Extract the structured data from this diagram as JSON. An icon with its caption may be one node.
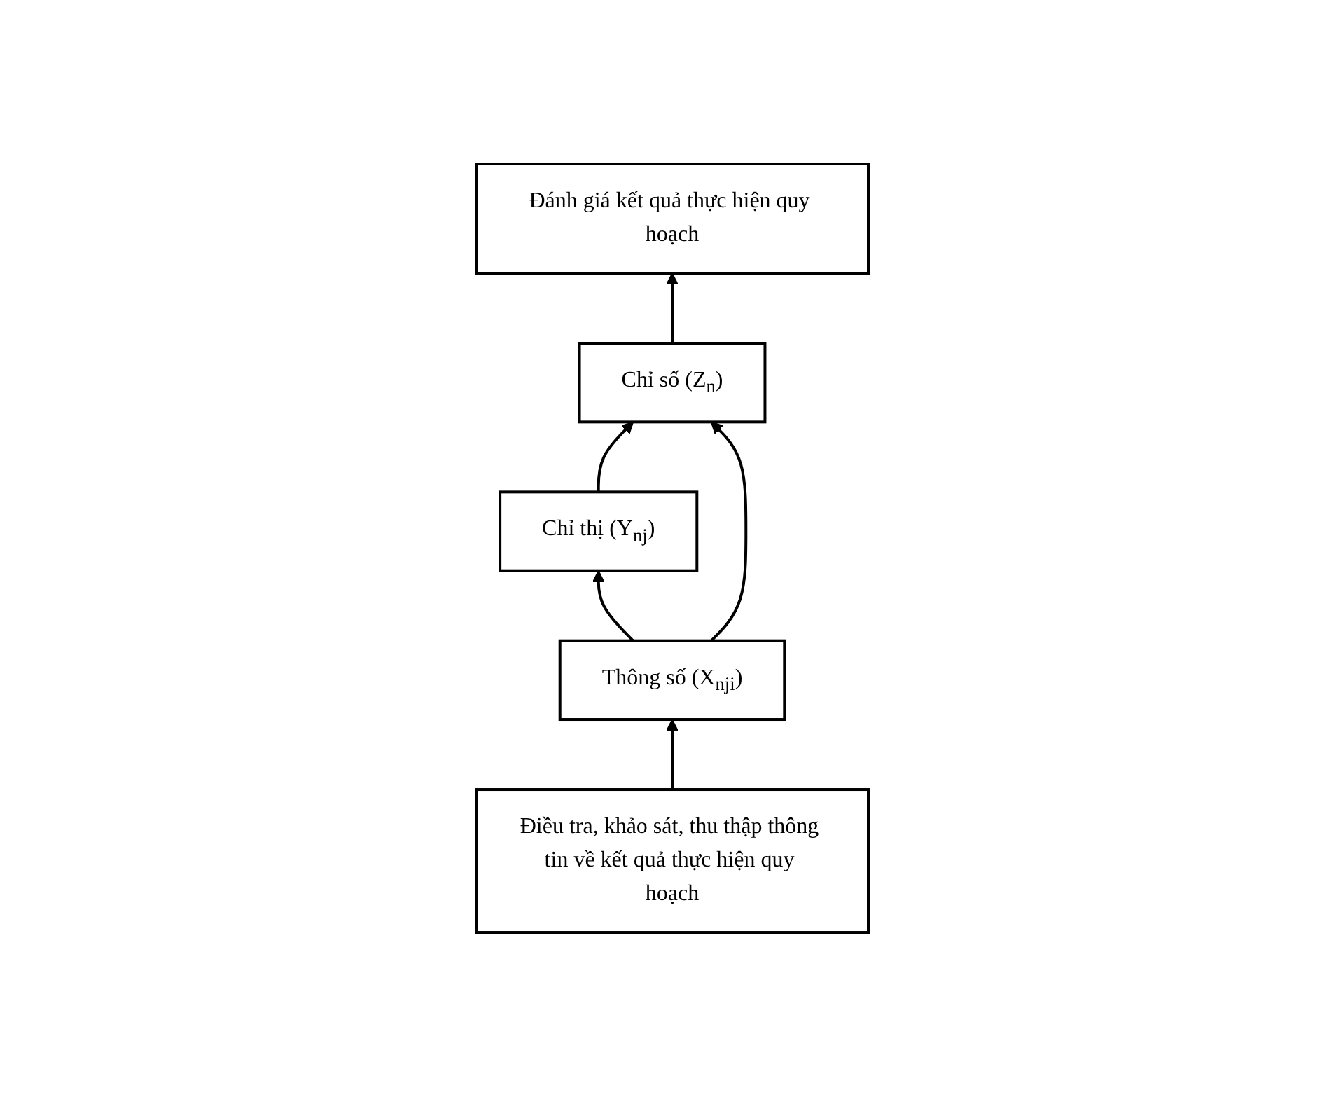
{
  "diagram": {
    "nodes": [
      {
        "text": [
          "Đánh giá kết quả thực hiện quy hoạch"
        ]
      },
      {
        "text": [
          "Chỉ số (Z$_{n}$)"
        ]
      },
      {
        "text": [
          "Chỉ thị (Y$_{nj}$)"
        ]
      },
      {
        "text": [
          "Điều tra, khảo sát, thu thập thông tin về kết quả thực hiện quy hoạch"
        ]
      },
      {
        "text": [
          "Thông số (X$_{nji}$)"
        ]
      }
    ],
    "edges": [
      {
        "from": 3,
        "to": 4,
        "arrow": "to"
      },
      {
        "from": 4,
        "to": 2,
        "arrow": "to"
      },
      {
        "from": 2,
        "to": 1,
        "arrow": "to"
      },
      {
        "from": 1,
        "to": 0,
        "arrow": "to"
      },
      {
        "from": 4,
        "to": 1,
        "arrow": "to"
      }
    ]
  }
}
